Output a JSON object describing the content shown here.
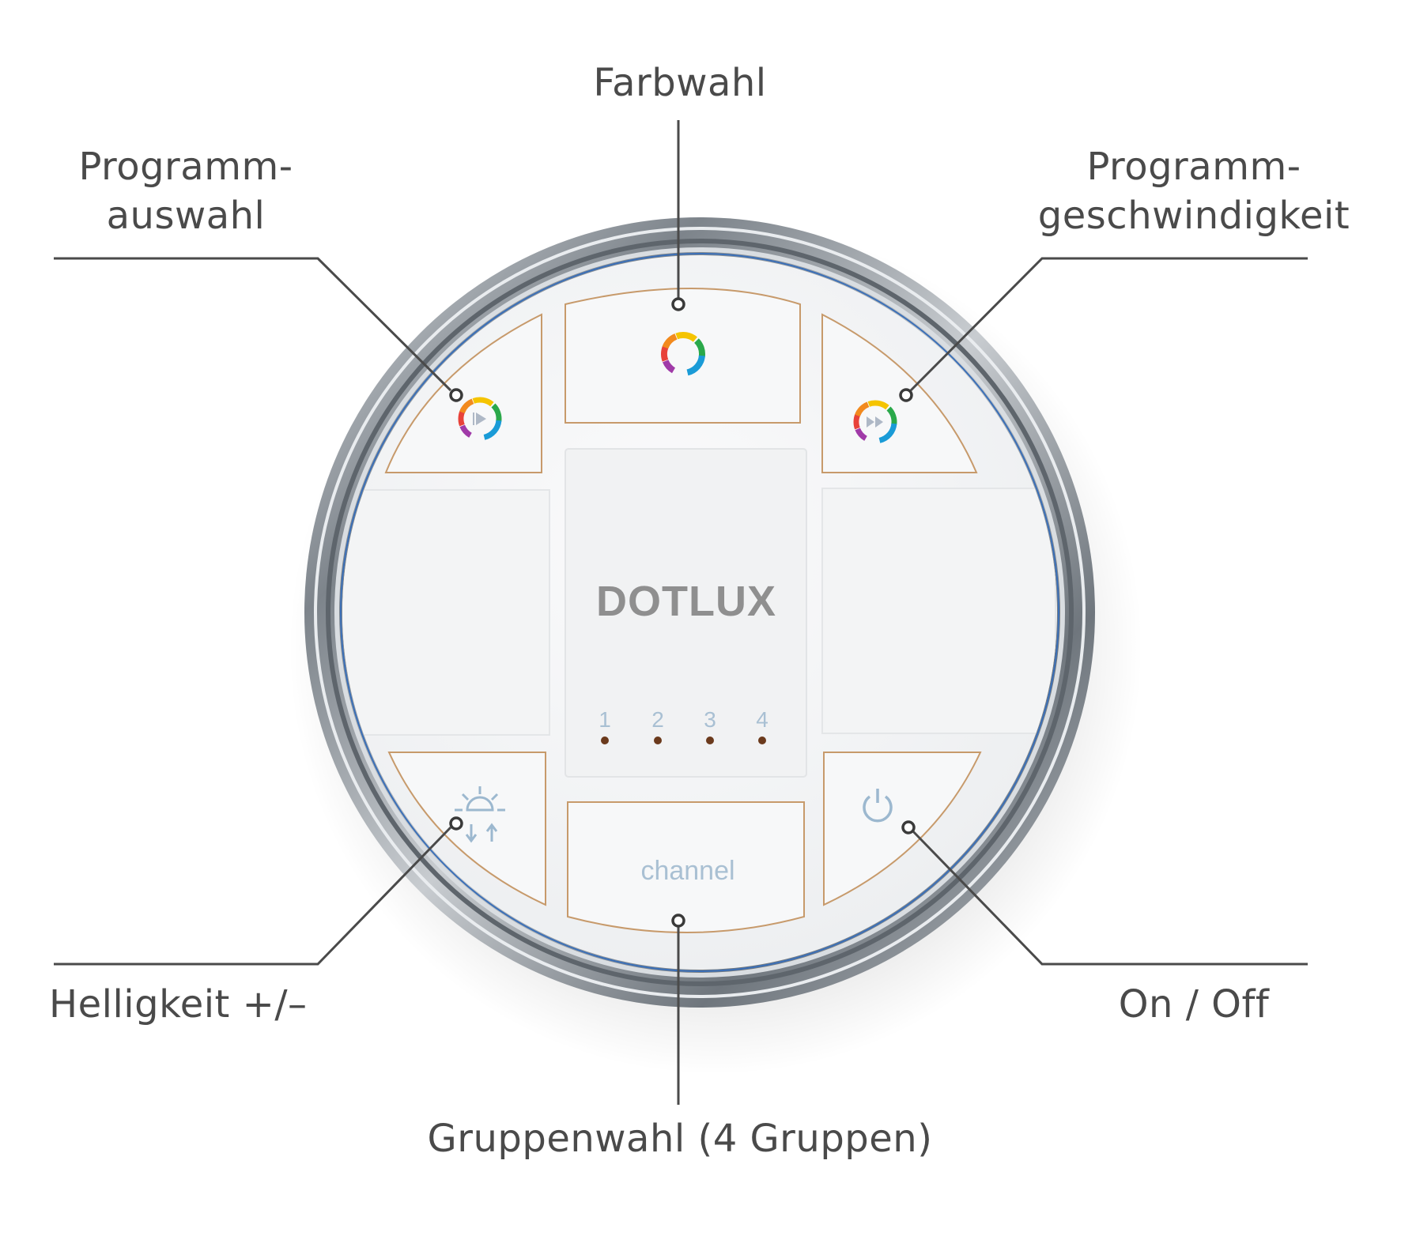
{
  "device": {
    "brand": "DOTLUX",
    "channel_button_label": "channel",
    "group_indicators": [
      "1",
      "2",
      "3",
      "4"
    ],
    "colors": {
      "bezel": "#8a9096",
      "face": "#f4f5f6",
      "button_border": "#c79a6b",
      "icon_blue": "#9cb8cf",
      "brand_gray": "#8f8f8f",
      "led": "#6b3a1c",
      "callout_line": "#4a4a4a"
    },
    "buttons": [
      {
        "id": "program-select",
        "icon": "play-in-rainbow-ring-icon"
      },
      {
        "id": "color-select",
        "icon": "rainbow-ring-icon"
      },
      {
        "id": "program-speed",
        "icon": "fast-forward-in-rainbow-ring-icon"
      },
      {
        "id": "brightness",
        "icon": "sunrise-up-down-arrows-icon"
      },
      {
        "id": "channel",
        "icon": "none"
      },
      {
        "id": "power",
        "icon": "power-icon"
      }
    ]
  },
  "callouts": {
    "farbwahl": "Farbwahl",
    "programmauswahl": {
      "line1": "Programm-",
      "line2": "auswahl"
    },
    "programmgeschwindigkeit": {
      "line1": "Programm-",
      "line2": "geschwindigkeit"
    },
    "helligkeit": "Helligkeit +/–",
    "on_off": "On / Off",
    "gruppenwahl": "Gruppenwahl (4 Gruppen)"
  }
}
